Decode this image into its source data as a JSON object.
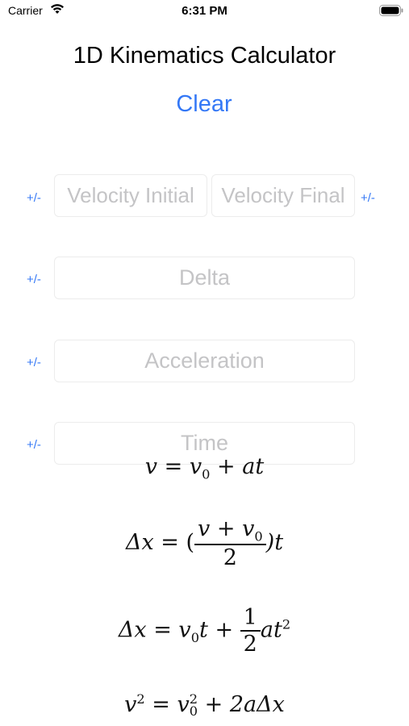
{
  "status_bar": {
    "carrier": "Carrier",
    "time": "6:31 PM"
  },
  "header": {
    "title": "1D Kinematics Calculator",
    "clear_label": "Clear"
  },
  "inputs": {
    "sign_label": "+/-",
    "velocity_initial": {
      "placeholder": "Velocity Initial",
      "value": ""
    },
    "velocity_final": {
      "placeholder": "Velocity Final",
      "value": ""
    },
    "delta": {
      "placeholder": "Delta",
      "value": ""
    },
    "acceleration": {
      "placeholder": "Acceleration",
      "value": ""
    },
    "time": {
      "placeholder": "Time",
      "value": ""
    }
  },
  "formulas": {
    "f1": {
      "v": "v",
      "eq": "=",
      "v0": "v",
      "sub0": "0",
      "plus": "+",
      "at": "at"
    },
    "f2": {
      "dx": "Δx",
      "eq": "=",
      "open": "(",
      "num": "v + v",
      "sub0": "0",
      "den": "2",
      "close": ")t"
    },
    "f3": {
      "dx": "Δx",
      "eq": "=",
      "v0t": "v",
      "sub0": "0",
      "t": "t",
      "plus": "+",
      "num": "1",
      "den": "2",
      "at2": "at",
      "sq": "2"
    },
    "f4": {
      "v": "v",
      "sq": "2",
      "eq": "=",
      "v0": "v",
      "sq0": "2",
      "sub0": "0",
      "plus": "+",
      "rest": "2aΔx"
    }
  },
  "colors": {
    "accent": "#3478f6",
    "placeholder": "#c4c4c6",
    "field_border": "#ececec"
  },
  "icons": [
    "wifi-icon",
    "battery-icon"
  ]
}
